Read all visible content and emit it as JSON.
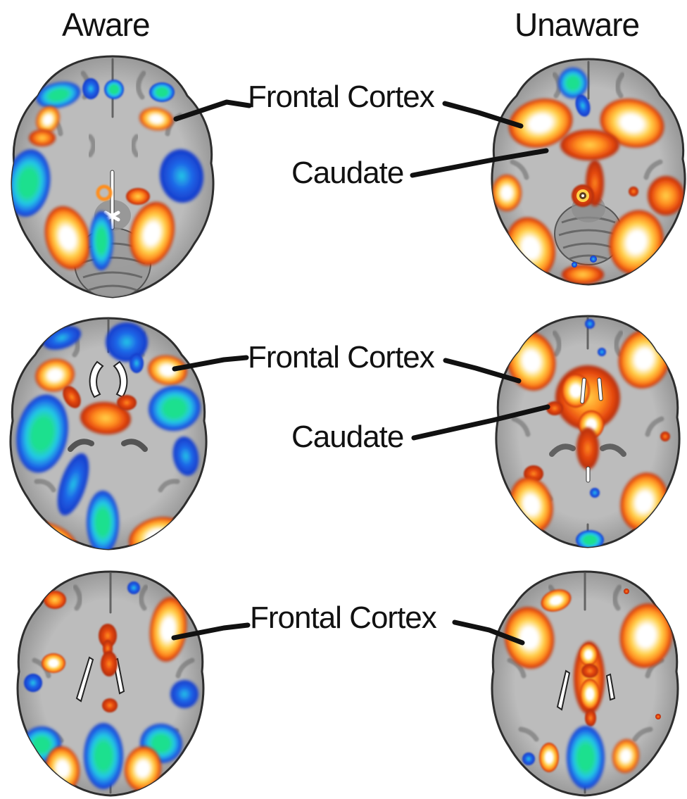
{
  "figure": {
    "columns": [
      {
        "id": "aware",
        "label": "Aware"
      },
      {
        "id": "unaware",
        "label": "Unaware"
      }
    ],
    "grid": {
      "rows": 3,
      "columns": 2
    },
    "annotations": [
      {
        "id": "r1-frontal",
        "row": 1,
        "label": "Frontal Cortex",
        "points_to": [
          "aware",
          "unaware"
        ]
      },
      {
        "id": "r1-caudate",
        "row": 1,
        "label": "Caudate",
        "points_to": [
          "unaware"
        ]
      },
      {
        "id": "r2-frontal",
        "row": 2,
        "label": "Frontal Cortex",
        "points_to": [
          "aware",
          "unaware"
        ]
      },
      {
        "id": "r2-caudate",
        "row": 2,
        "label": "Caudate",
        "points_to": [
          "unaware"
        ]
      },
      {
        "id": "r3-frontal",
        "row": 3,
        "label": "Frontal Cortex",
        "points_to": [
          "aware",
          "unaware"
        ]
      }
    ],
    "colors": {
      "background": "#ffffff",
      "text": "#111111",
      "hot_core": "#ffffff",
      "hot_yellow": "#ffd24a",
      "hot_orange": "#ff8e1f",
      "hot_red": "#e64810",
      "hot_rim": "#b02c0e",
      "cool_green": "#1fe08e",
      "cool_cyan": "#22c8e6",
      "cool_blue": "#1f66e8",
      "cool_deep": "#1638c8",
      "gray_light": "#bcbcbc",
      "gray_mid": "#9a9a9a",
      "gray_dark": "#5f5f5f",
      "outline": "#2e2e2e"
    }
  }
}
